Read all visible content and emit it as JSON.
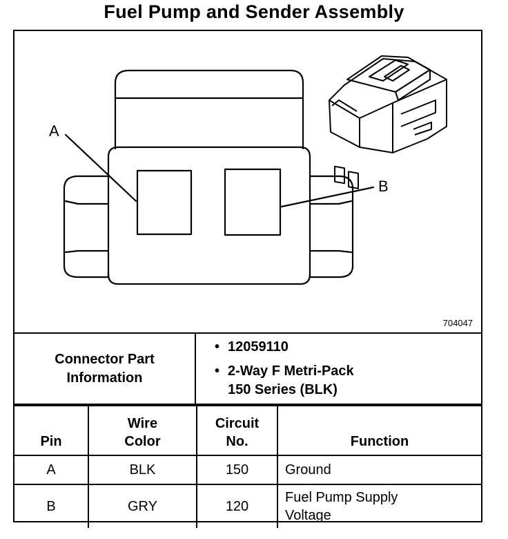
{
  "title": "Fuel Pump and Sender Assembly",
  "diagram": {
    "pin_labels": [
      "A",
      "B"
    ],
    "figure_id": "704047"
  },
  "connector_info": {
    "label_lines": [
      "Connector Part",
      "Information"
    ],
    "items": [
      {
        "lines": [
          "12059110"
        ]
      },
      {
        "lines": [
          "2-Way F Metri-Pack",
          "150 Series (BLK)"
        ]
      }
    ],
    "bullet": "•"
  },
  "table": {
    "headers": [
      {
        "lines": [
          "Pin"
        ]
      },
      {
        "lines": [
          "Wire",
          "Color"
        ]
      },
      {
        "lines": [
          "Circuit",
          "No."
        ]
      },
      {
        "lines": [
          "Function"
        ]
      }
    ],
    "rows": [
      {
        "pin": "A",
        "wire_color": "BLK",
        "circuit": "150",
        "function_lines": [
          "Ground"
        ]
      },
      {
        "pin": "B",
        "wire_color": "GRY",
        "circuit": "120",
        "function_lines": [
          "Fuel Pump Supply",
          "Voltage"
        ]
      }
    ]
  }
}
